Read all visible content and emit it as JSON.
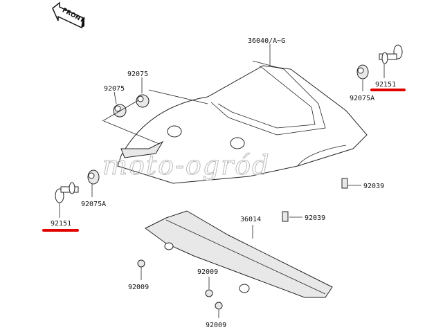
{
  "diagram": {
    "front_marker": "FRONT",
    "watermark": "moto-ogród",
    "highlight_color": "#e00000",
    "labels": {
      "seat_cover": "36040/A~G",
      "grommet_top": "92075",
      "grommet_left_upper": "92075",
      "grommet_right": "92075A",
      "bolt_right": "92151",
      "grommet_left_lower": "92075A",
      "bolt_left": "92151",
      "clip_right": "92039",
      "clip_center": "92039",
      "chain_cover": "36014",
      "bolt_chain_left": "92009",
      "bolt_chain_mid": "92009",
      "bolt_chain_bottom": "92009"
    }
  }
}
